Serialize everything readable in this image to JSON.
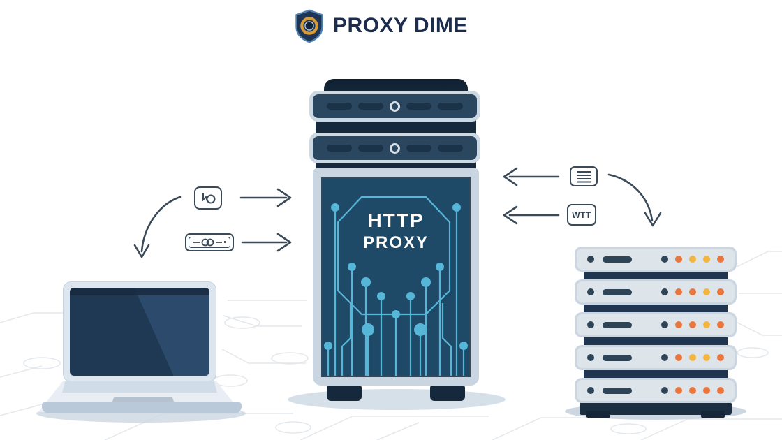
{
  "brand": {
    "title": "PROXY DIME",
    "logo_icon": "shield-badge-icon"
  },
  "diagram": {
    "client": {
      "device": "laptop"
    },
    "proxy_server": {
      "label_line1": "HTTP",
      "label_line2": "PROXY"
    },
    "request_flow": {
      "icons": [
        "browser-cursor-icon",
        "link-chain-icon"
      ]
    },
    "response_flow": {
      "icons": [
        "list-lines-icon"
      ],
      "tag_label": "WTT"
    },
    "server_rack": {
      "units": [
        {
          "leds": [
            "#2e4558",
            "#e9763d",
            "#f3b53f",
            "#f3b53f",
            "#e9763d"
          ]
        },
        {
          "leds": [
            "#2e4558",
            "#e9763d",
            "#e9763d",
            "#f3b53f",
            "#e9763d"
          ]
        },
        {
          "leds": [
            "#2e4558",
            "#e9763d",
            "#e9763d",
            "#f3b53f",
            "#e9763d"
          ]
        },
        {
          "leds": [
            "#2e4558",
            "#e9763d",
            "#f3b53f",
            "#f3b53f",
            "#e9763d"
          ]
        },
        {
          "leds": [
            "#2e4558",
            "#e9763d",
            "#e9763d",
            "#e9763d",
            "#e9763d"
          ]
        }
      ]
    }
  },
  "colors": {
    "title_text": "#1c2c4c",
    "panel_navy": "#1e4a68",
    "frame_gray": "#c9d6e2",
    "circuit_blue": "#56b6d8",
    "arrow_stroke": "#3b4a58",
    "led_orange": "#e9763d",
    "led_yellow": "#f3b53f",
    "shield_gold": "#d89b35"
  }
}
